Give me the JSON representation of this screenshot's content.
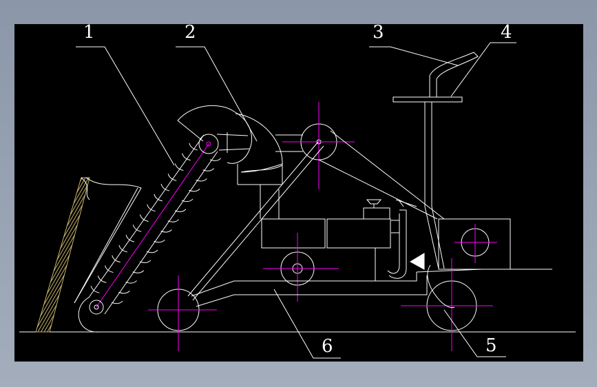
{
  "diagram": {
    "callouts": [
      "1",
      "2",
      "3",
      "4",
      "5",
      "6"
    ]
  },
  "colors": {
    "background": "#000000",
    "line": "#ffffff",
    "centerline": "#ff00ff",
    "frame": "#8b97a9",
    "hatch": "#c8b46a"
  }
}
